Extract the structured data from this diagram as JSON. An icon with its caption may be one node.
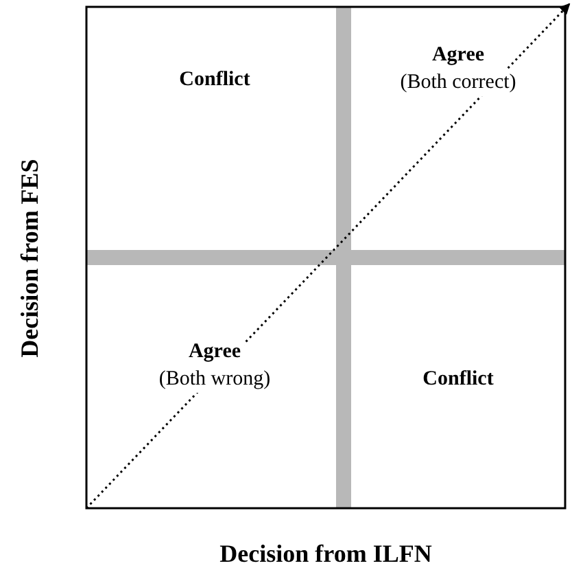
{
  "diagram": {
    "nodes": [
      {
        "text": [
          "Conflict"
        ]
      },
      {
        "text": [
          "Agree",
          "(Both correct)"
        ]
      },
      {
        "text": [
          "Agree",
          "(Both wrong)"
        ]
      },
      {
        "text": [
          "Conflict"
        ]
      }
    ],
    "labels": [
      "Decision from FES",
      "Decision from ILFN"
    ]
  }
}
